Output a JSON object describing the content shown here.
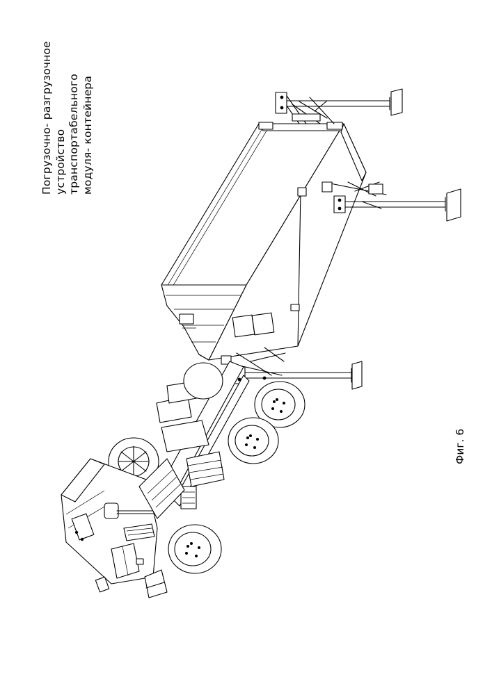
{
  "drawing": {
    "title_lines": [
      "Погрузочно- разгрузочное",
      "устройство",
      "транспортабельного",
      "модуля- контейнера"
    ],
    "figure_label": "Фиг. 6"
  }
}
